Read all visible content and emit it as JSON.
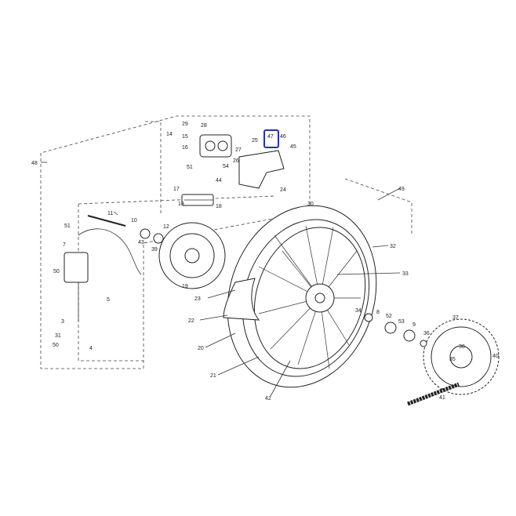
{
  "highlight_color": "#2b2fb0",
  "highlighted_label": "47",
  "labels": {
    "l48": "48",
    "l49": "49",
    "l29": "29",
    "l28": "28",
    "l14": "14",
    "l15": "15",
    "l16": "16",
    "l27": "27",
    "l26": "26",
    "l51a": "51",
    "l54": "54",
    "l25": "25",
    "l47": "47",
    "l46": "46",
    "l45": "45",
    "l24": "24",
    "l17": "17",
    "l44": "44",
    "l13": "13",
    "l18": "18",
    "l11": "11",
    "l10": "10",
    "l43": "43",
    "l39": "39",
    "l12": "12",
    "l19": "19",
    "l51b": "51",
    "l7": "7",
    "l50a": "50",
    "l5": "5",
    "l3": "3",
    "l31": "31",
    "l50b": "50",
    "l4": "4",
    "l30": "30",
    "l32": "32",
    "l33": "33",
    "l23": "23",
    "l22": "22",
    "l20": "20",
    "l21": "21",
    "l42": "42",
    "l34": "34",
    "l8": "8",
    "l52": "52",
    "l53": "53",
    "l36": "36",
    "l9": "9",
    "l37": "37",
    "l38": "38",
    "l35": "35",
    "l40": "40",
    "l41": "41"
  }
}
